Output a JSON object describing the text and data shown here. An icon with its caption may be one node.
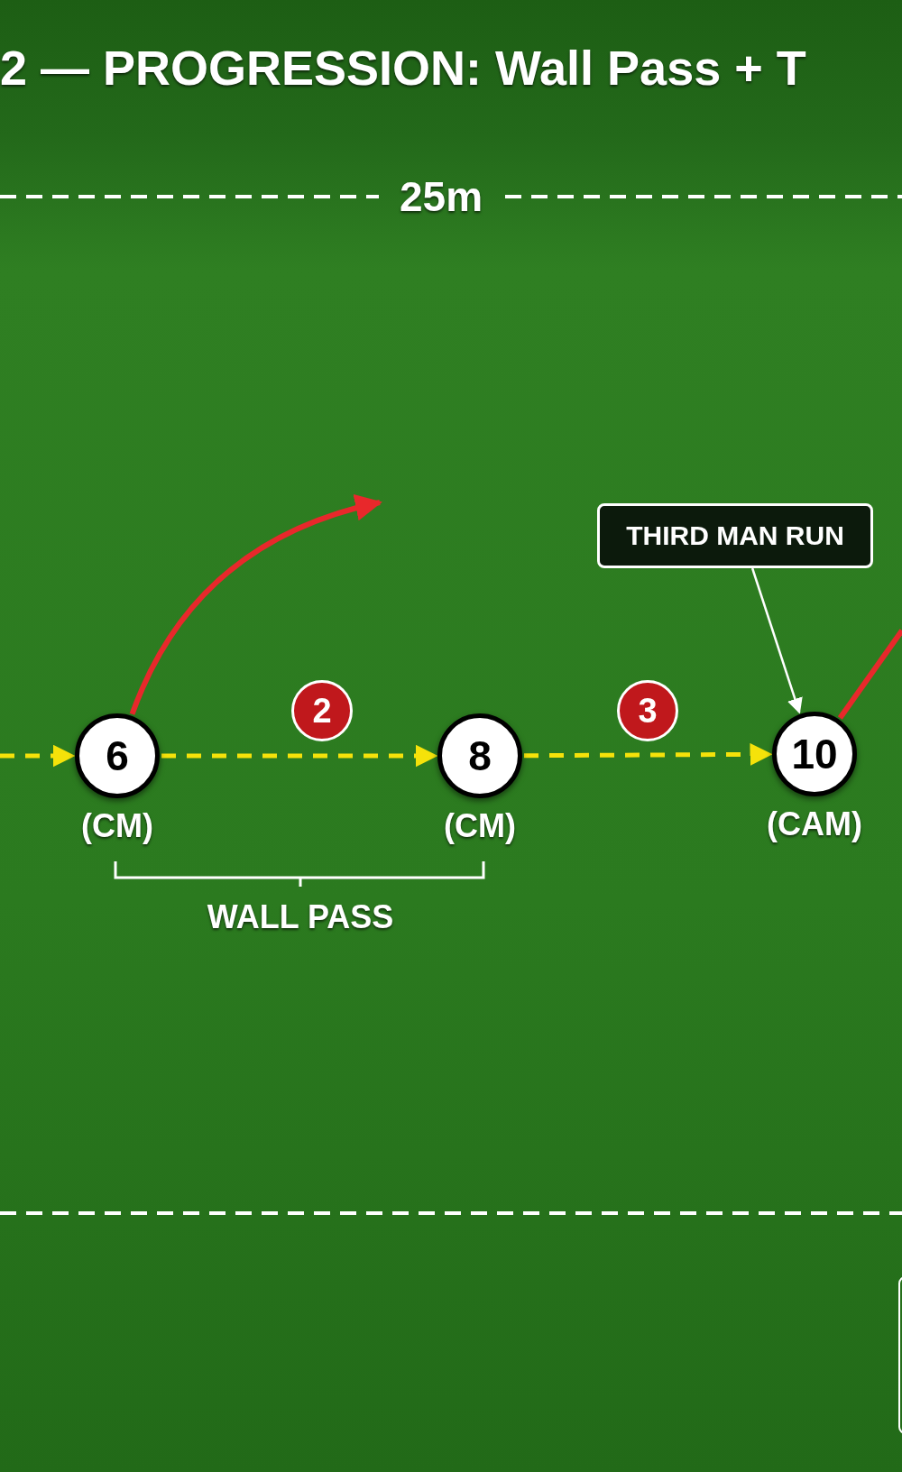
{
  "diagram": {
    "title": "2 — PROGRESSION: Wall Pass + T",
    "nodes": [
      {
        "text": [
          "6"
        ],
        "beside": [
          "(CM)"
        ]
      },
      {
        "text": [
          "8"
        ],
        "beside": [
          "(CM)"
        ]
      },
      {
        "text": [
          "10"
        ],
        "beside": [
          "(CAM)"
        ]
      },
      {
        "text": [
          "2"
        ]
      },
      {
        "text": [
          "3"
        ]
      },
      {
        "text": [
          "THIRD MAN RUN"
        ]
      }
    ],
    "edges": [
      {
        "from": null,
        "to": 0,
        "arrow": "to",
        "style": "dashed"
      },
      {
        "from": 0,
        "to": 1,
        "arrow": "to",
        "style": "dashed"
      },
      {
        "from": 1,
        "to": 2,
        "arrow": "to",
        "style": "dashed"
      },
      {
        "from": 0,
        "to": null,
        "arrow": "to",
        "color": "#e8282b"
      },
      {
        "from": 2,
        "to": null,
        "arrow": "none",
        "color": "#e8282b"
      },
      {
        "from": 5,
        "to": 2,
        "arrow": "to",
        "color": "#ffffff"
      }
    ],
    "labels": [
      "25m",
      "WALL PASS"
    ]
  }
}
